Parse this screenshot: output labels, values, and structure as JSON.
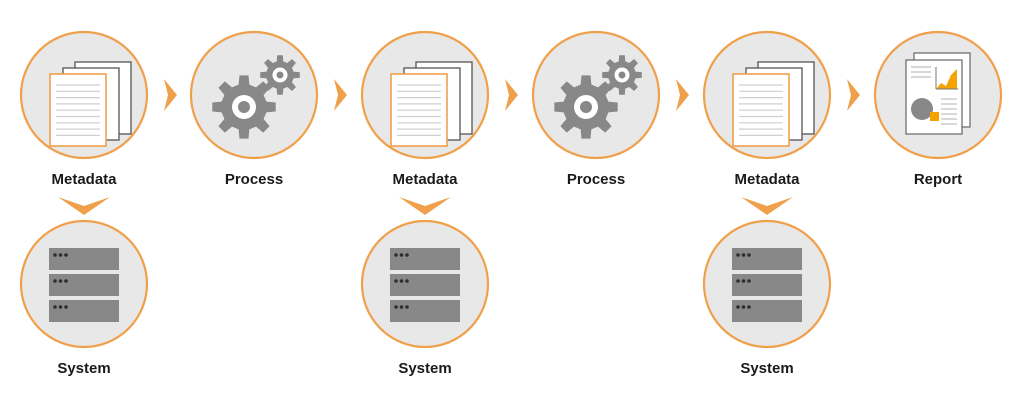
{
  "colors": {
    "accent": "#f0a04b",
    "circle_fill": "#e8e8e8",
    "icon_gray": "#888888",
    "chart_orange": "#f5a300"
  },
  "steps": [
    {
      "label": "Metadata",
      "icon": "document-stack-icon",
      "system": {
        "label": "System",
        "icon": "server-icon"
      }
    },
    {
      "label": "Process",
      "icon": "gears-icon"
    },
    {
      "label": "Metadata",
      "icon": "document-stack-icon",
      "system": {
        "label": "System",
        "icon": "server-icon"
      }
    },
    {
      "label": "Process",
      "icon": "gears-icon"
    },
    {
      "label": "Metadata",
      "icon": "document-stack-icon",
      "system": {
        "label": "System",
        "icon": "server-icon"
      }
    },
    {
      "label": "Report",
      "icon": "report-icon"
    }
  ],
  "connectors": {
    "horizontal": "chevron-right-icon",
    "vertical": "chevron-down-icon"
  }
}
